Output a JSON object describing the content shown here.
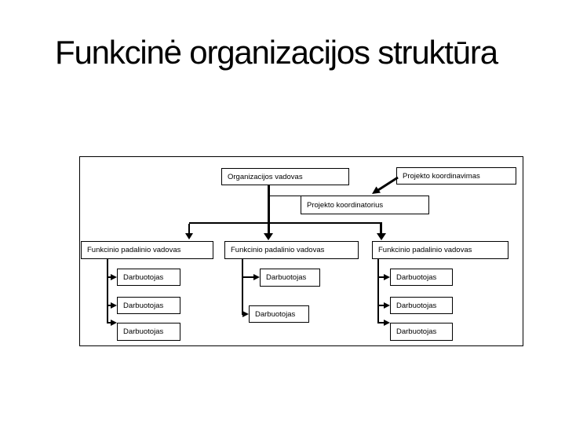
{
  "slide": {
    "title": "Funkcinė organizacijos struktūra",
    "background_color": "#ffffff",
    "title_color": "#000000",
    "line_color": "#000000"
  },
  "diagram": {
    "type": "org-chart",
    "top": {
      "leader": "Organizacijos vadovas",
      "coordination": "Projekto koordinavimas",
      "coordinator": "Projekto koordinatorius"
    },
    "managers": [
      "Funkcinio padalinio vadovas",
      "Funkcinio padalinio vadovas",
      "Funkcinio padalinio vadovas"
    ],
    "columns": [
      {
        "employees": [
          "Darbuotojas",
          "Darbuotojas",
          "Darbuotojas"
        ]
      },
      {
        "employees": [
          "Darbuotojas",
          "Darbuotojas"
        ]
      },
      {
        "employees": [
          "Darbuotojas",
          "Darbuotojas",
          "Darbuotojas"
        ]
      }
    ]
  }
}
